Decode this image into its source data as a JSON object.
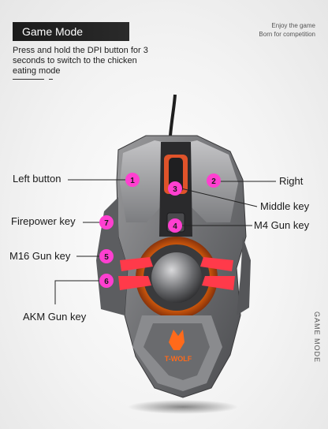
{
  "header": {
    "mode_title": "Game Mode",
    "tagline_line1": "Enjoy the game",
    "tagline_line2": "Born for competition"
  },
  "intro_text": "Press and hold the DPI button for 3 seconds to switch to the chicken eating mode",
  "vertical_label": "GAME MODE",
  "brand_logo_text": "T-WOLF",
  "accent_color": "#ff3fd0",
  "buttons": [
    {
      "number": "1",
      "label": "Left button"
    },
    {
      "number": "2",
      "label": "Right"
    },
    {
      "number": "3",
      "label": "Middle key"
    },
    {
      "number": "4",
      "label": "M4 Gun key"
    },
    {
      "number": "5",
      "label": "M16 Gun key"
    },
    {
      "number": "6",
      "label": "AKM Gun key"
    },
    {
      "number": "7",
      "label": "Firepower key"
    }
  ]
}
